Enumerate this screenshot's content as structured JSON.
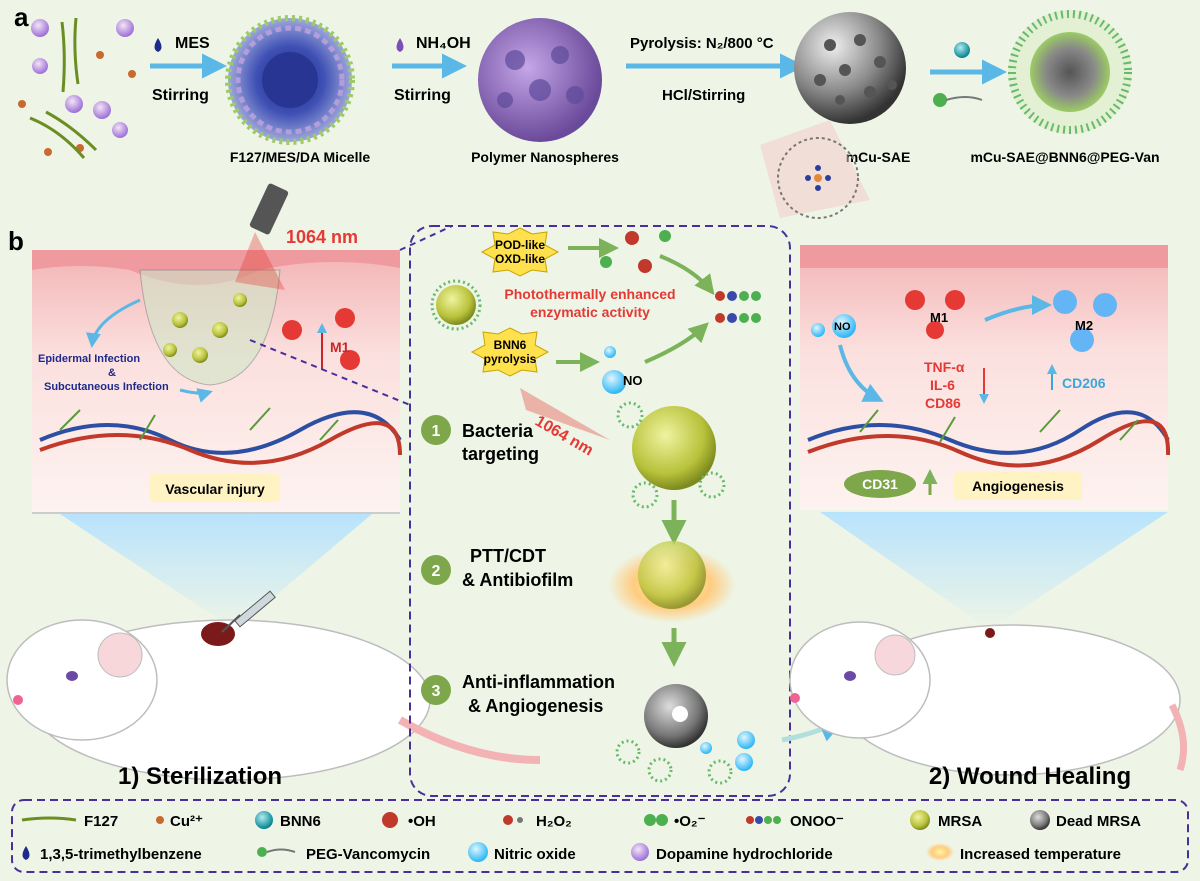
{
  "panel_a": {
    "label": "a",
    "step1_reagent": "MES",
    "step1_action": "Stirring",
    "micelle_label": "F127/MES/DA Micelle",
    "step2_reagent": "NH₄OH",
    "step2_action": "Stirring",
    "nanospheres_label": "Polymer Nanospheres",
    "step3_top": "Pyrolysis: N₂/800 °C",
    "step3_bottom": "HCl/Stirring",
    "sae_label": "mCu-SAE",
    "final_label": "mCu-SAE@BNN6@PEG-Van"
  },
  "panel_b": {
    "label": "b",
    "laser_left": "1064 nm",
    "laser_mid": "1064 nm",
    "infection_1": "Epidermal Infection",
    "infection_amp": "&",
    "infection_2": "Subcutaneous Infection",
    "m1_left": "M1",
    "vascular_injury": "Vascular injury",
    "pod_1": "POD-like",
    "pod_2": "OXD-like",
    "enh_1": "Photothermally enhanced",
    "enh_2": "enzymatic activity",
    "bnn6_1": "BNN6",
    "bnn6_2": "pyrolysis",
    "no_label": "NO",
    "s1_num": "1",
    "s1_l1": "Bacteria",
    "s1_l2": "targeting",
    "s2_num": "2",
    "s2_l1": "PTT/CDT",
    "s2_l2": "& Antibiofilm",
    "s3_num": "3",
    "s3_l1": "Anti-inflammation",
    "s3_l2": "& Angiogenesis",
    "m1_right": "M1",
    "m2_right": "M2",
    "tnf": "TNF-α",
    "il6": "IL-6",
    "cd86": "CD86",
    "cd206": "CD206",
    "cd31": "CD31",
    "angiogenesis": "Angiogenesis",
    "sterilization": "1) Sterilization",
    "wound_healing": "2) Wound Healing"
  },
  "legend": {
    "f127": "F127",
    "cu": "Cu²⁺",
    "bnn6": "BNN6",
    "oh": "•OH",
    "h2o2": "H₂O₂",
    "o2": "•O₂⁻",
    "onoo": "ONOO⁻",
    "mrsa": "MRSA",
    "dead": "Dead MRSA",
    "tmb": "1,3,5-trimethylbenzene",
    "peg": "PEG-Vancomycin",
    "nitric": "Nitric oxide",
    "dopamine": "Dopamine hydrochloride",
    "temp": "Increased temperature"
  },
  "colors": {
    "arrow": "#5bb8e6",
    "red_text": "#e53935",
    "blue_text": "#1e2a8c",
    "green_circle": "#7ea64a",
    "dash": "#4a2f9a",
    "cyan_text": "#3aa7dc"
  }
}
